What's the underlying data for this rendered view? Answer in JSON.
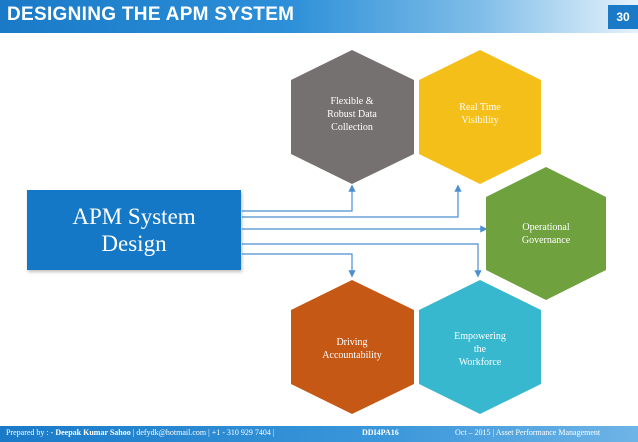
{
  "header": {
    "title": "DESIGNING THE APM SYSTEM",
    "page_number": "30"
  },
  "center": {
    "line1": "APM System",
    "line2": "Design"
  },
  "hexagons": [
    {
      "id": "flexible",
      "lines": [
        "Flexible &",
        "Robust Data",
        "Collection"
      ],
      "color": "#767171"
    },
    {
      "id": "realtime",
      "lines": [
        "Real Time",
        "Visibility"
      ],
      "color": "#f5bf19"
    },
    {
      "id": "operational",
      "lines": [
        "Operational",
        "Governance"
      ],
      "color": "#6fa23f"
    },
    {
      "id": "empowering",
      "lines": [
        "Empowering",
        "the",
        "Workforce"
      ],
      "color": "#37b8cf"
    },
    {
      "id": "driving",
      "lines": [
        "Driving",
        "Accountability"
      ],
      "color": "#c55815"
    }
  ],
  "colors": {
    "header": "#1a7ac8",
    "center_box": "#1578c6",
    "arrows": "#4a90d0"
  },
  "footer": {
    "prepared_prefix": "Prepared by : - ",
    "author": "Deepak Kumar Sahoo",
    "contact": "  |   defydk@hotmail.com   |   +1 - 310 929 7404   |",
    "code": "DDI4PA16",
    "right": "Oct – 2015  |  Asset Performance Management"
  }
}
